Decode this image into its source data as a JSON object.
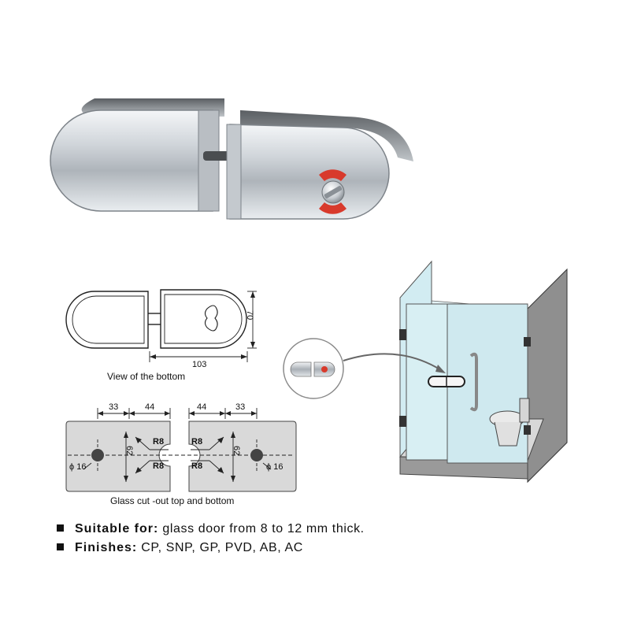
{
  "bottom_view": {
    "caption": "View of the bottom",
    "dim_width": "103",
    "dim_height": "70"
  },
  "cutout": {
    "caption": "Glass cut -out top and bottom",
    "dims_top": [
      "33",
      "44",
      "44",
      "33"
    ],
    "radius_labels": [
      "R8",
      "R8",
      "R8",
      "R8"
    ],
    "height_left": "62",
    "height_right": "62",
    "hole_left": "ϕ 16",
    "hole_right": "ϕ 16"
  },
  "specs": [
    {
      "key": "Suitable for:",
      "value": " glass door from 8 to 12 mm thick."
    },
    {
      "key": "Finishes:",
      "value": " CP, SNP, GP, PVD, AB, AC"
    }
  ],
  "colors": {
    "indicator_red": "#d83a2c",
    "wall_gray": "#8f8f8f",
    "glass_tint": "#d8eff3",
    "chrome": "#c4c9ce"
  }
}
